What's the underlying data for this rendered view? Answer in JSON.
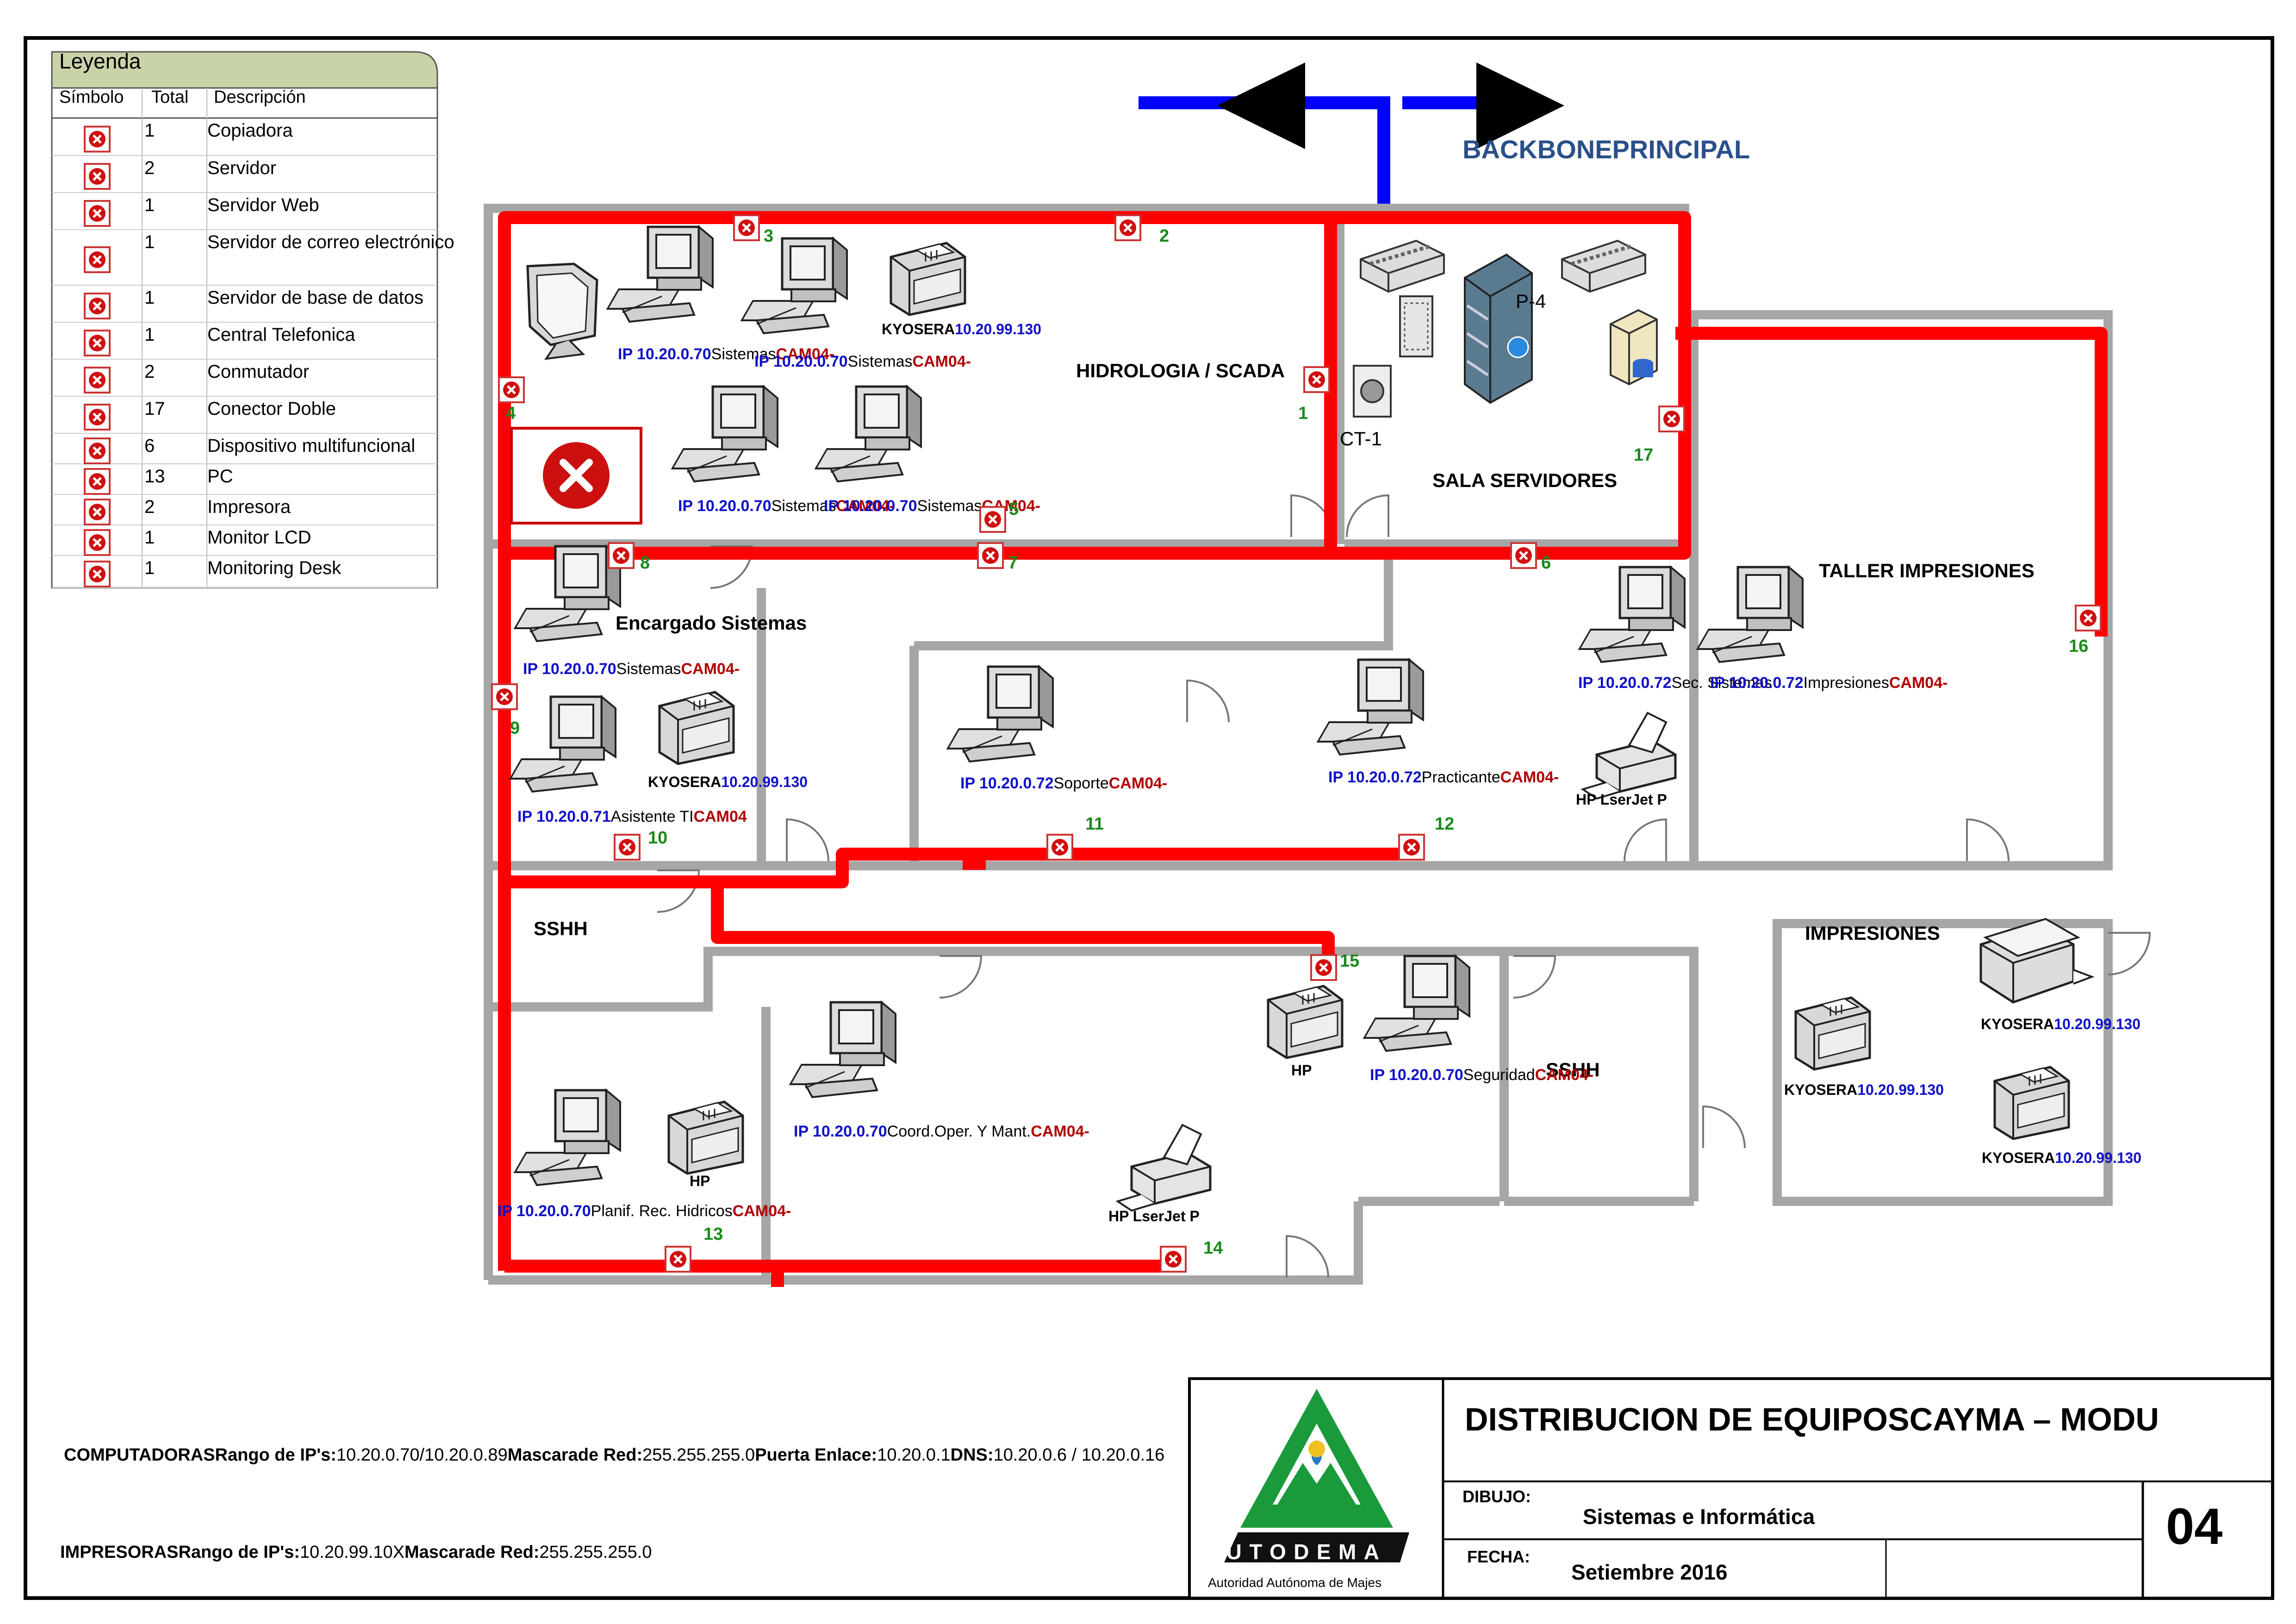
{
  "legend": {
    "title": "Leyenda",
    "headers": [
      "Símbolo",
      "Total",
      "Descripción"
    ],
    "rows": [
      {
        "total": "1",
        "desc": "Copiadora"
      },
      {
        "total": "2",
        "desc": "Servidor"
      },
      {
        "total": "1",
        "desc": "Servidor Web"
      },
      {
        "total": "1",
        "desc": "Servidor de correo electrónico"
      },
      {
        "total": "1",
        "desc": "Servidor de base de datos"
      },
      {
        "total": "1",
        "desc": "Central Telefonica"
      },
      {
        "total": "2",
        "desc": "Conmutador"
      },
      {
        "total": "17",
        "desc": "Conector Doble"
      },
      {
        "total": "6",
        "desc": "Dispositivo multifuncional"
      },
      {
        "total": "13",
        "desc": "PC"
      },
      {
        "total": "2",
        "desc": "Impresora"
      },
      {
        "total": "1",
        "desc": "Monitor LCD"
      },
      {
        "total": "1",
        "desc": "Monitoring Desk"
      }
    ]
  },
  "backbone": "BACKBONEPRINCIPAL",
  "rooms": {
    "hidrologia": "HIDROLOGIA / SCADA",
    "sala_servidores": "SALA SERVIDORES",
    "taller": "TALLER IMPRESIONES",
    "encargado": "Encargado Sistemas",
    "sshh_left": "SSHH",
    "sshh_mid": "SSHH",
    "impresiones": "IMPRESIONES"
  },
  "device_labels": {
    "ct1": "CT-1",
    "p4": "P-4",
    "hp1": "HP",
    "hp2": "HP",
    "hp_lj1": "HP LserJet P",
    "hp_lj2": "HP LserJet P"
  },
  "pc_labels": [
    {
      "ip": "IP 10.20.0.70",
      "name": "Sistemas",
      "cam": "CAM04-"
    },
    {
      "ip": "IP 10.20.0.70",
      "name": "Sistemas",
      "cam": "CAM04-"
    },
    {
      "ip": "IP 10.20.0.70",
      "name": "Sistemas",
      "cam": "CAM04-"
    },
    {
      "ip": "IP 10.20.0.70",
      "name": "Sistemas",
      "cam": "CAM04-"
    },
    {
      "ip": "IP 10.20.0.70",
      "name": "Sistemas",
      "cam": "CAM04-"
    },
    {
      "ip": "IP 10.20.0.71",
      "name": "Asistente TI",
      "cam": "CAM04"
    },
    {
      "ip": "IP 10.20.0.72",
      "name": "Soporte",
      "cam": "CAM04-"
    },
    {
      "ip": "IP 10.20.0.72",
      "name": "Practicante",
      "cam": "CAM04-"
    },
    {
      "ip": "IP 10.20.0.72",
      "name": "Sec. Sistemas",
      "cam": ""
    },
    {
      "ip": "IP 10.20.0.72",
      "name": "Impresiones",
      "cam": "CAM04-"
    },
    {
      "ip": "IP 10.20.0.70",
      "name": "Seguridad",
      "cam": "CAM04-"
    },
    {
      "ip": "IP 10.20.0.70",
      "name": "Coord.Oper. Y Mant.",
      "cam": "CAM04-"
    },
    {
      "ip": "IP 10.20.0.70",
      "name": "Planif. Rec. Hidricos",
      "cam": "CAM04-"
    }
  ],
  "printer_labels": [
    {
      "name": "KYOSERA",
      "ip": "10.20.99.130"
    },
    {
      "name": "KYOSERA",
      "ip": "10.20.99.130"
    },
    {
      "name": "KYOSERA",
      "ip": "10.20.99.130"
    },
    {
      "name": "KYOSERA",
      "ip": "10.20.99.130"
    },
    {
      "name": "KYOSERA",
      "ip": "10.20.99.130"
    }
  ],
  "connectors": [
    "1",
    "2",
    "3",
    "4",
    "5",
    "6",
    "7",
    "8",
    "9",
    "10",
    "11",
    "12",
    "13",
    "14",
    "15",
    "16",
    "17"
  ],
  "footer": {
    "computadoras": {
      "label": "COMPUTADORAS",
      "rango_label": "Rango de IP's:",
      "rango": "10.20.0.70/10.20.0.89",
      "mascara_label": "Mascarade Red:",
      "mascara": "255.255.255.0",
      "puerta_label": "Puerta Enlace:",
      "puerta": "10.20.0.1",
      "dns_label": "DNS:",
      "dns": "10.20.0.6 / 10.20.0.16"
    },
    "impresoras": {
      "label": "IMPRESORAS",
      "rango_label": "Rango de IP's:",
      "rango": "10.20.99.10X",
      "mascara_label": "Mascarade Red:",
      "mascara": "255.255.255.0"
    }
  },
  "title_block": {
    "logo_text": "AUTODEMA",
    "logo_sub": "Autoridad Autónoma de Majes",
    "title": "DISTRIBUCION DE EQUIPOSCAYMA – MODU",
    "dibujo_label": "DIBUJO:",
    "dibujo": "Sistemas e Informática",
    "fecha_label": "FECHA:",
    "fecha": "Setiembre 2016",
    "sheet_no": "04"
  },
  "colors": {
    "cable": "#ff0000",
    "backbone": "#0000ff",
    "wall": "#a6a6a6",
    "legend_header": "#c9d3a8",
    "ip_blue": "#1010c8",
    "cam_red": "#b00000",
    "number_green": "#1a8a1a",
    "logo_green": "#1a9a3a"
  }
}
